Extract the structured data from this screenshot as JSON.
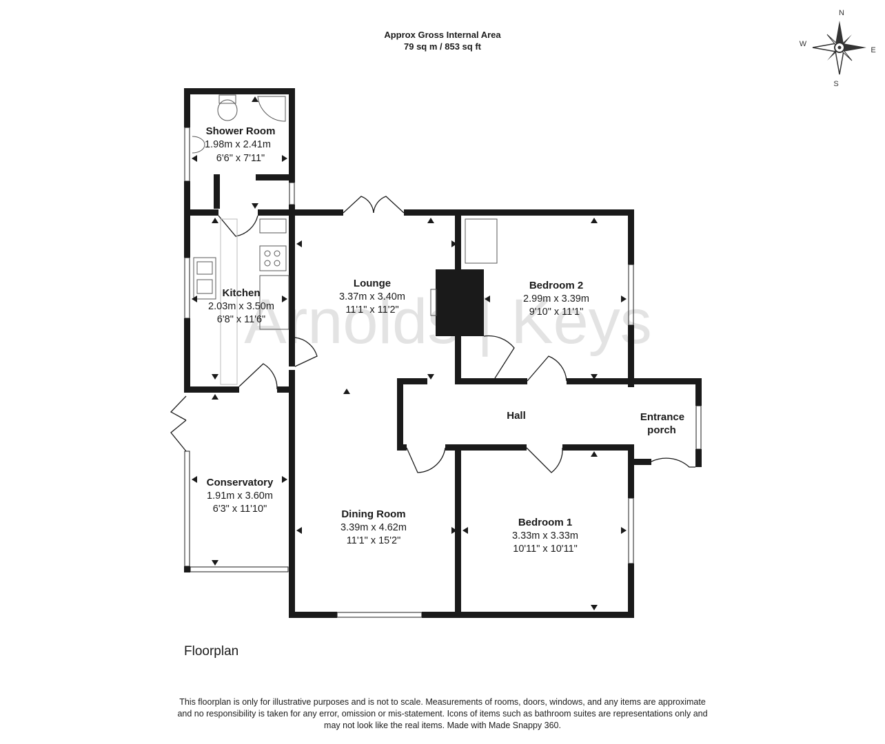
{
  "header": {
    "line1": "Approx Gross Internal Area",
    "line2": "79 sq m / 853 sq ft"
  },
  "compass": {
    "n": "N",
    "s": "S",
    "e": "E",
    "w": "W"
  },
  "watermark": "Arnolds | Keys",
  "rooms": {
    "shower": {
      "name": "Shower Room",
      "metric": "1.98m x 2.41m",
      "imperial": "6'6\" x 7'11\""
    },
    "kitchen": {
      "name": "Kitchen",
      "metric": "2.03m x 3.50m",
      "imperial": "6'8\" x 11'6\""
    },
    "lounge": {
      "name": "Lounge",
      "metric": "3.37m x 3.40m",
      "imperial": "11'1\" x 11'2\""
    },
    "bedroom2": {
      "name": "Bedroom 2",
      "metric": "2.99m x 3.39m",
      "imperial": "9'10\" x 11'1\""
    },
    "hall": {
      "name": "Hall"
    },
    "entrance": {
      "name_line1": "Entrance",
      "name_line2": "porch"
    },
    "conservatory": {
      "name": "Conservatory",
      "metric": "1.91m x 3.60m",
      "imperial": "6'3\" x 11'10\""
    },
    "dining": {
      "name": "Dining Room",
      "metric": "3.39m x 4.62m",
      "imperial": "11'1\" x 15'2\""
    },
    "bedroom1": {
      "name": "Bedroom 1",
      "metric": "3.33m x 3.33m",
      "imperial": "10'11\" x 10'11\""
    }
  },
  "floor_title": "Floorplan",
  "disclaimer": {
    "line1": "This floorplan is only for illustrative purposes and is not to scale. Measurements of rooms, doors, windows, and any items are approximate",
    "line2": "and no responsibility is taken for any error, omission or mis-statement. Icons of items such as bathroom suites are representations only and",
    "line3": "may not look like the real items. Made with Made Snappy 360."
  },
  "colors": {
    "wall": "#1a1a1a",
    "watermark": "#e3e3e3",
    "text": "#1a1a1a"
  }
}
